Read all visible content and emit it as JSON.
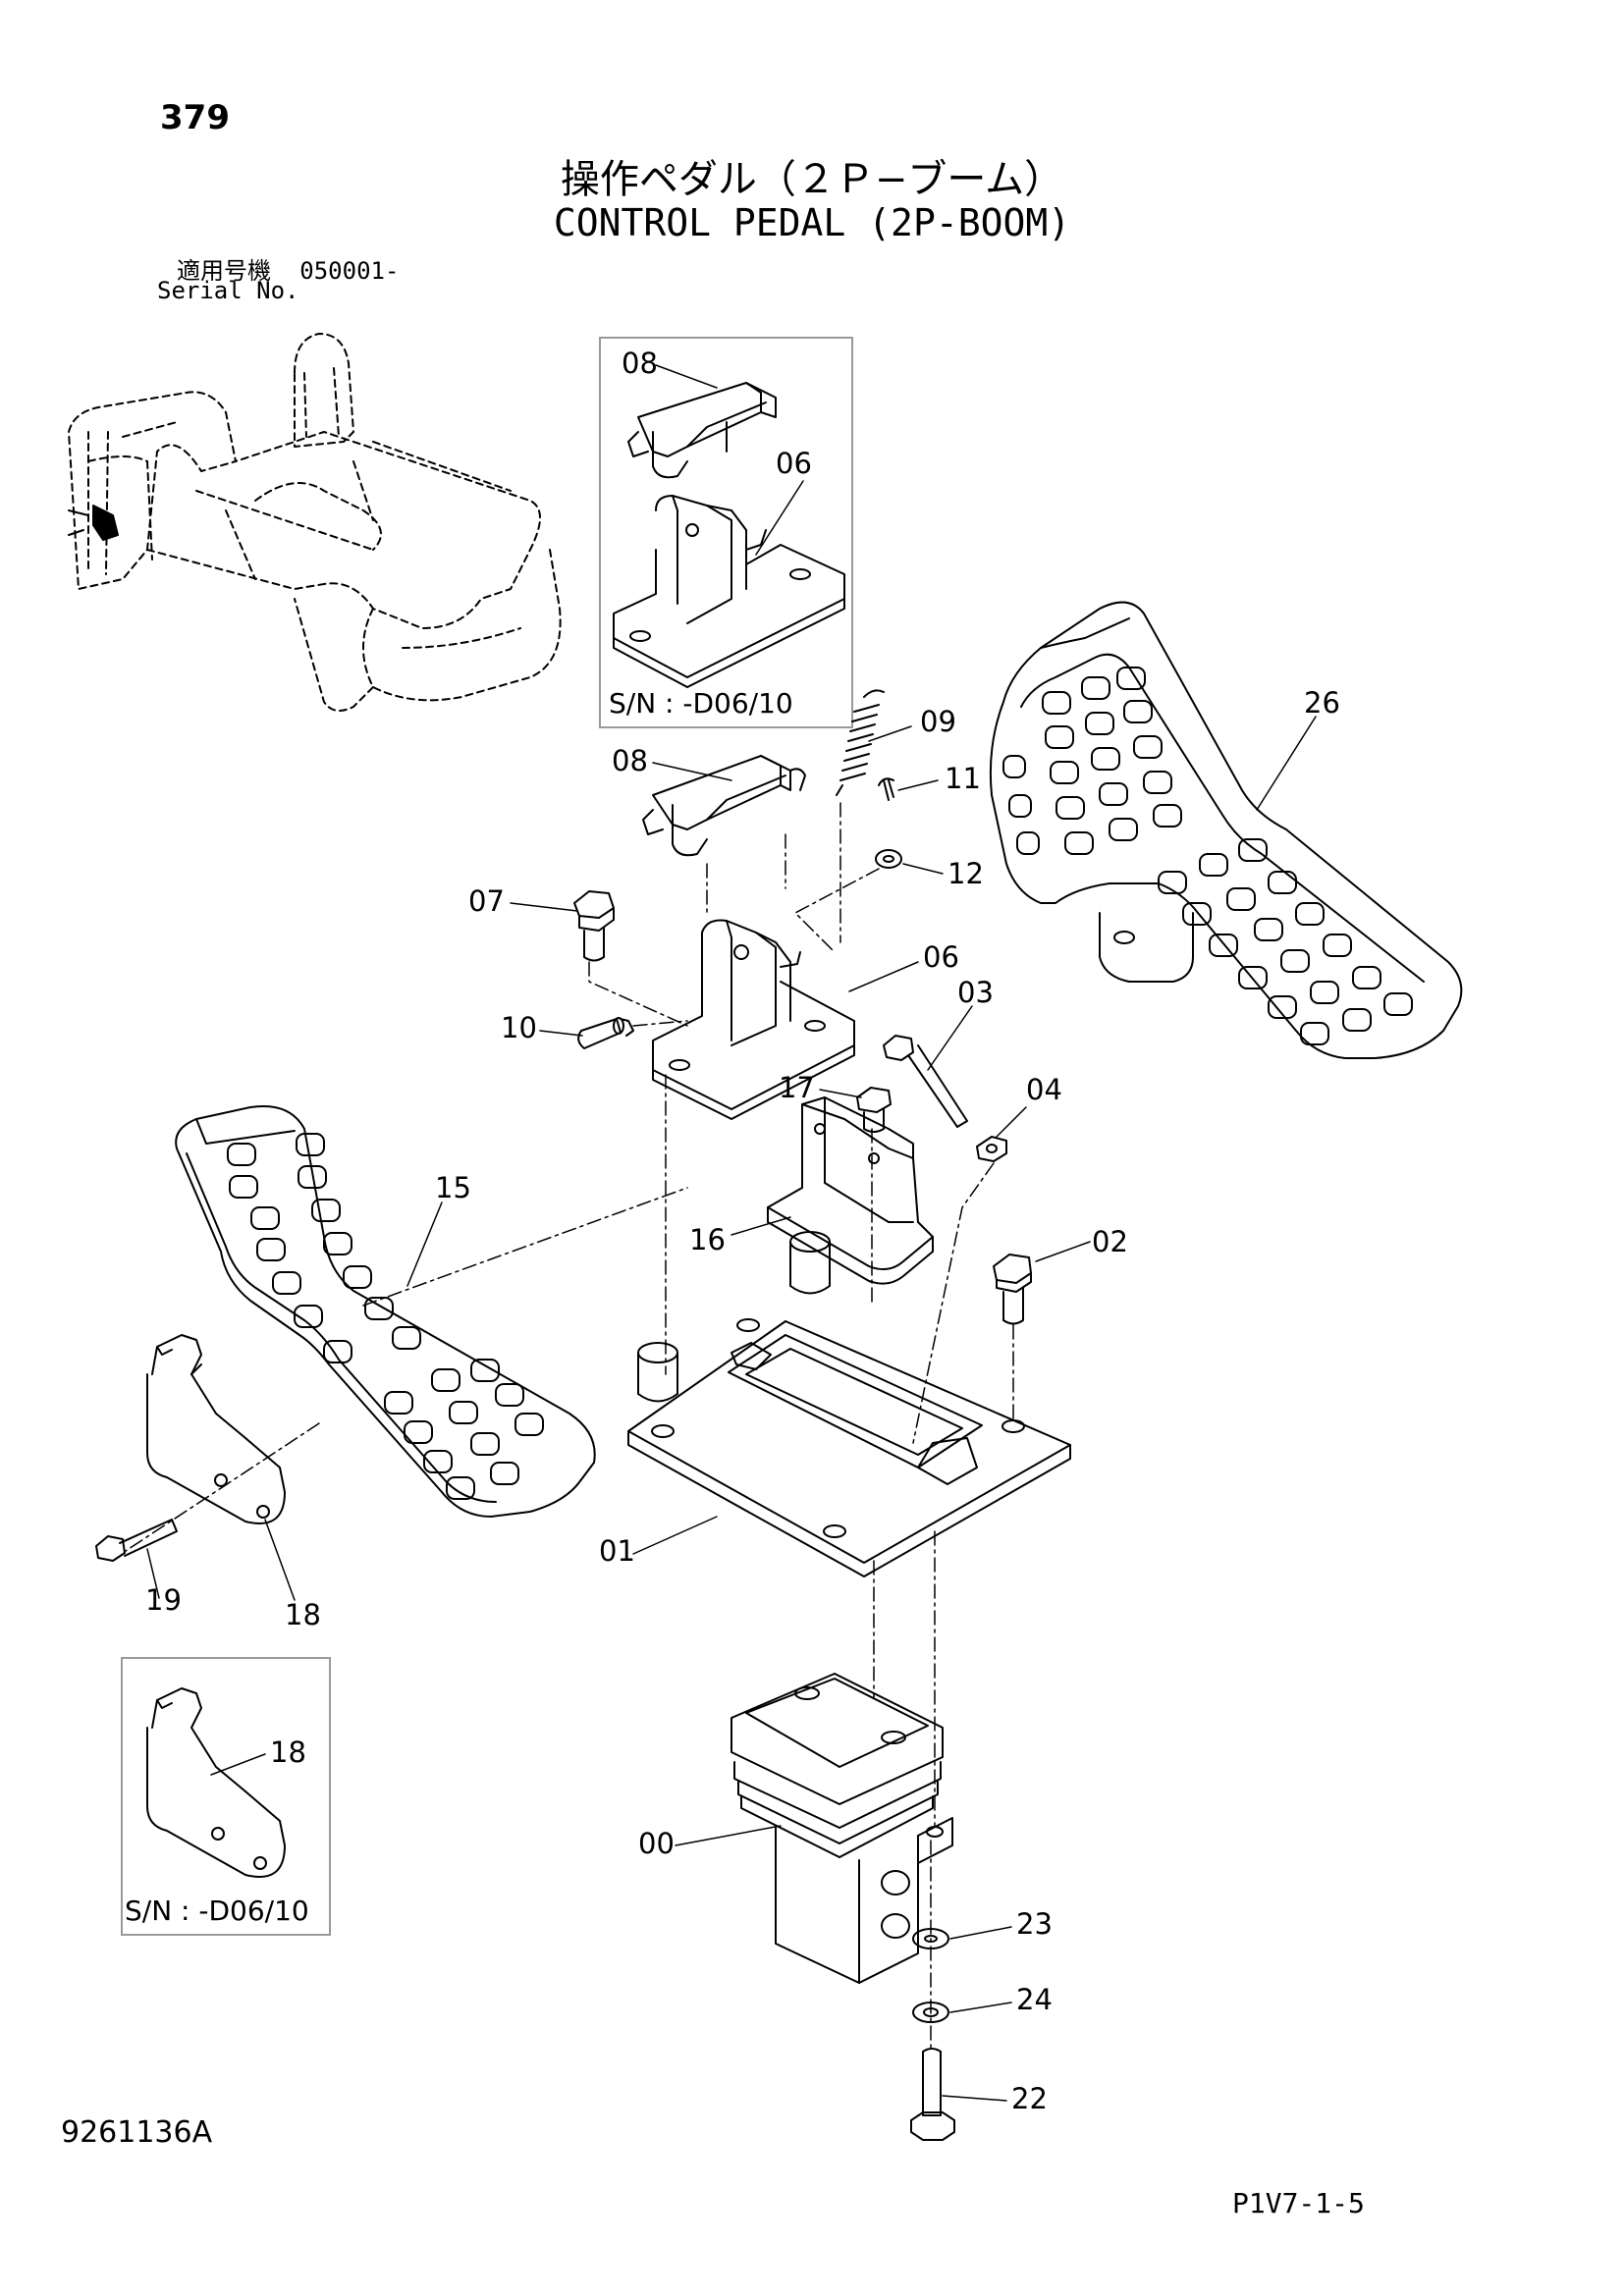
{
  "header": {
    "page_number": "379",
    "title_jp": "操作ペダル（２Ｐ−ブーム）",
    "title_en": "CONTROL PEDAL (2P-BOOM)",
    "serial_label_jp": "適用号機",
    "serial_value": "050001-",
    "serial_label_en": "Serial No."
  },
  "insets": {
    "top_caption": "S/N : -D06/10",
    "left_caption": "S/N : -D06/10"
  },
  "callouts": {
    "top_inset": [
      "08",
      "06"
    ],
    "main": [
      "09",
      "08",
      "11",
      "12",
      "07",
      "06",
      "10",
      "03",
      "04",
      "17",
      "16",
      "02",
      "15",
      "26",
      "01",
      "19",
      "18",
      "00",
      "23",
      "24",
      "22"
    ],
    "left_inset": [
      "18"
    ]
  },
  "footer": {
    "document_number": "9261136A",
    "reference_code": "P1V7-1-5"
  }
}
